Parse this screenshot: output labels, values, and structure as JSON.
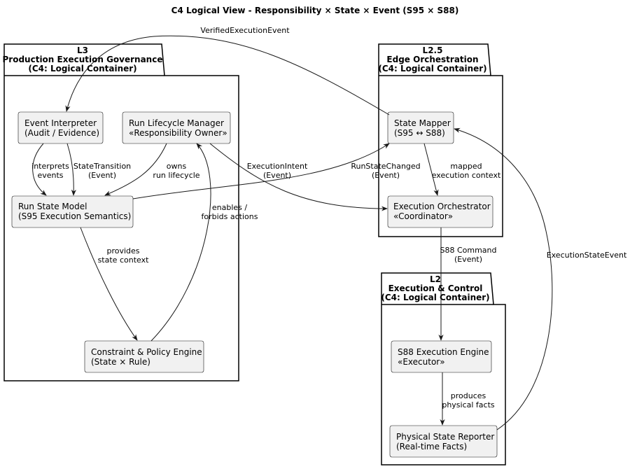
{
  "diagram": {
    "title": "C4 Logical View - Responsibility × State × Event (S95 × S88)"
  },
  "packages": {
    "l3": {
      "lines": [
        "L3",
        "Production Execution Governance",
        "(C4: Logical Container)"
      ]
    },
    "l25": {
      "lines": [
        "L2.5",
        "Edge Orchestration",
        "(C4: Logical Container)"
      ]
    },
    "l2": {
      "lines": [
        "L2",
        "Execution & Control",
        "(C4: Logical Container)"
      ]
    }
  },
  "components": {
    "event_interpreter": [
      "Event Interpreter",
      "(Audit / Evidence)"
    ],
    "run_lifecycle_manager": [
      "Run Lifecycle Manager",
      "«Responsibility Owner»"
    ],
    "run_state_model": [
      "Run State Model",
      "(S95 Execution Semantics)"
    ],
    "constraint_policy_engine": [
      "Constraint & Policy Engine",
      "(State × Rule)"
    ],
    "state_mapper": [
      "State Mapper",
      "(S95 ↔ S88)"
    ],
    "execution_orchestrator": [
      "Execution Orchestrator",
      "«Coordinator»"
    ],
    "s88_execution_engine": [
      "S88 Execution Engine",
      "«Executor»"
    ],
    "physical_state_reporter": [
      "Physical State Reporter",
      "(Real-time Facts)"
    ]
  },
  "edges": {
    "verified_execution_event": [
      "VerifiedExecutionEvent"
    ],
    "interprets_events": [
      "interprets",
      "events"
    ],
    "state_transition": [
      "StateTransition",
      "(Event)"
    ],
    "owns_run_lifecycle": [
      "owns",
      "run lifecycle"
    ],
    "execution_intent": [
      "ExecutionIntent",
      "(Event)"
    ],
    "run_state_changed": [
      "RunStateChanged",
      "(Event)"
    ],
    "mapped_execution_context": [
      "mapped",
      "execution context"
    ],
    "enables_forbids": [
      "enables /",
      "forbids actions"
    ],
    "provides_state_context": [
      "provides",
      "state context"
    ],
    "s88_command": [
      "S88 Command",
      "(Event)"
    ],
    "execution_state_event": [
      "ExecutionStateEvent"
    ],
    "produces_physical_facts": [
      "produces",
      "physical facts"
    ]
  }
}
